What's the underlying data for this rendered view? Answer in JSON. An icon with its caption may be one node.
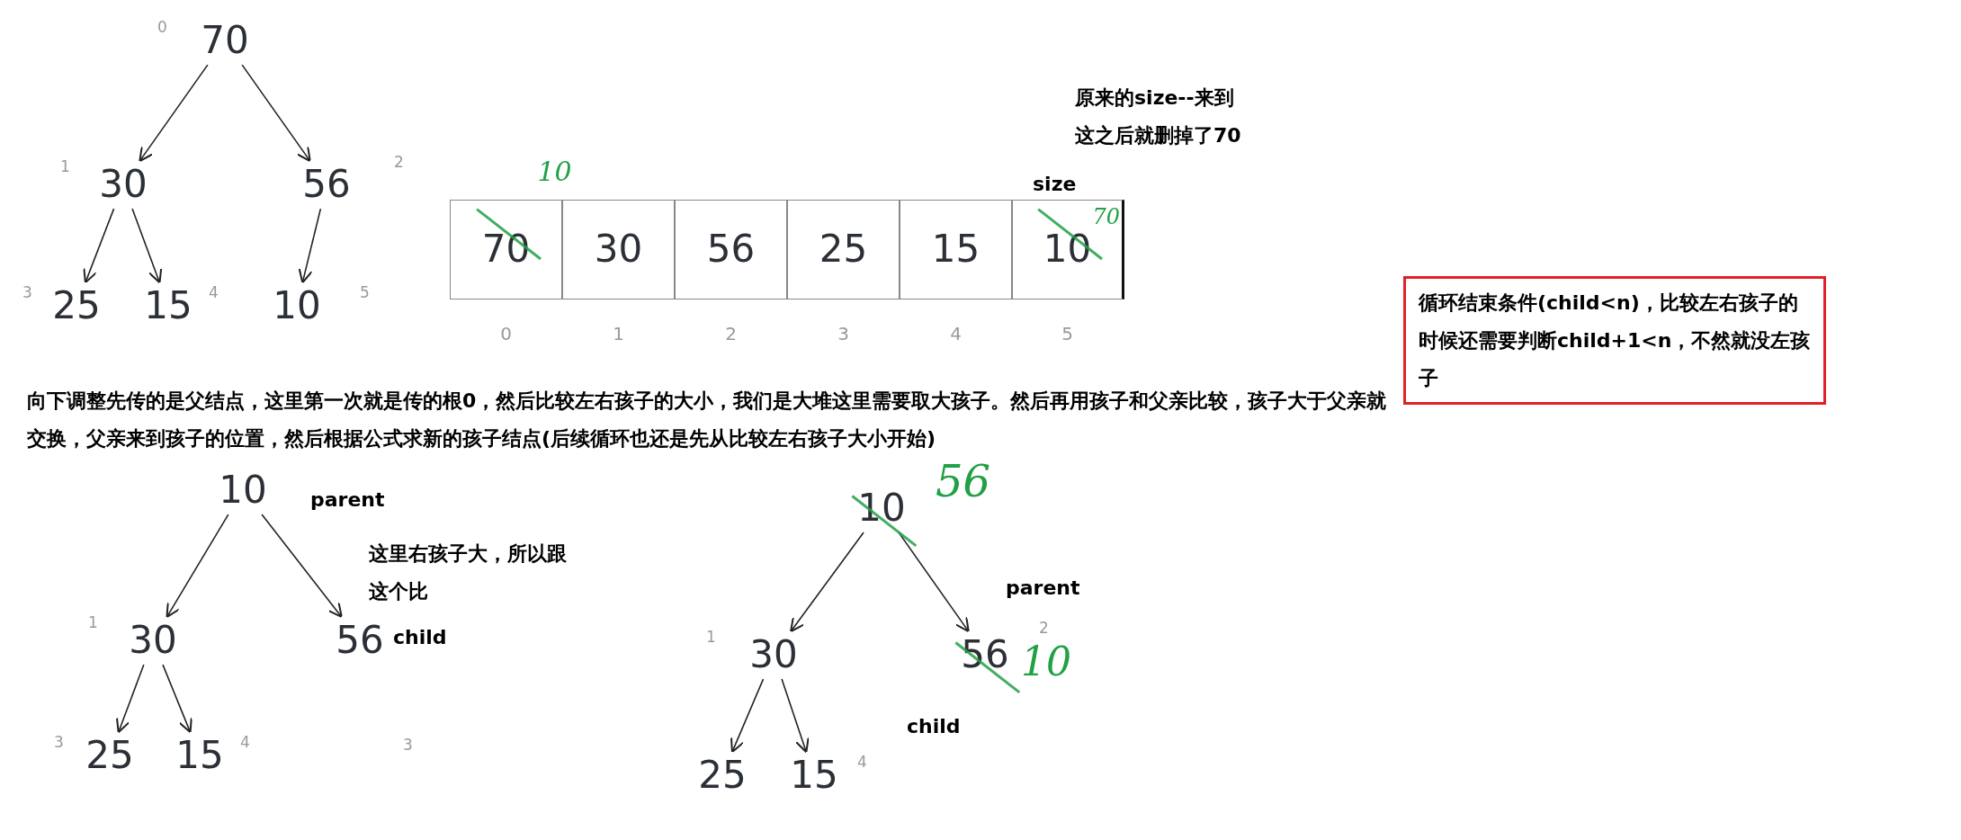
{
  "diagram": {
    "nodes": [
      {
        "text": [
          "70"
        ],
        "beside": [
          "0"
        ]
      },
      {
        "text": [
          "30"
        ],
        "beside": [
          "1"
        ]
      },
      {
        "text": [
          "56"
        ],
        "beside": [
          "2"
        ]
      },
      {
        "text": [
          "25"
        ],
        "beside": [
          "3"
        ]
      },
      {
        "text": [
          "15"
        ],
        "beside": [
          "4"
        ]
      },
      {
        "text": [
          "10"
        ],
        "beside": [
          "5"
        ]
      },
      {
        "text": [
          "70",
          "10"
        ],
        "beside": [
          "0"
        ]
      },
      {
        "text": [
          "30"
        ],
        "beside": [
          "1"
        ]
      },
      {
        "text": [
          "56"
        ],
        "beside": [
          "2"
        ]
      },
      {
        "text": [
          "25"
        ],
        "beside": [
          "3"
        ]
      },
      {
        "text": [
          "15"
        ],
        "beside": [
          "4"
        ]
      },
      {
        "text": [
          "10",
          "70"
        ],
        "beside": [
          "5"
        ]
      },
      {
        "text": [
          "10"
        ]
      },
      {
        "text": [
          "30"
        ],
        "beside": [
          "1"
        ]
      },
      {
        "text": [
          "56"
        ]
      },
      {
        "text": [
          "25"
        ],
        "beside": [
          "3"
        ]
      },
      {
        "text": [
          "15"
        ],
        "beside": [
          "4"
        ]
      },
      {
        "text": [
          "10",
          "56"
        ]
      },
      {
        "text": [
          "30"
        ],
        "beside": [
          "1"
        ]
      },
      {
        "text": [
          "56",
          "10"
        ],
        "beside": [
          "2"
        ]
      },
      {
        "text": [
          "25"
        ]
      },
      {
        "text": [
          "15"
        ],
        "beside": [
          "4"
        ]
      },
      {
        "text": [
          "循环结束条件(child<n)，比较左右孩子的时候还需要判断child+1<n，不然就没左孩子"
        ]
      }
    ],
    "edges": [
      {
        "from": 0,
        "to": 1,
        "arrow": "to"
      },
      {
        "from": 0,
        "to": 2,
        "arrow": "to"
      },
      {
        "from": 1,
        "to": 3,
        "arrow": "to"
      },
      {
        "from": 1,
        "to": 4,
        "arrow": "to"
      },
      {
        "from": 2,
        "to": 5,
        "arrow": "to"
      },
      {
        "from": 12,
        "to": 13,
        "arrow": "to"
      },
      {
        "from": 12,
        "to": 14,
        "arrow": "to"
      },
      {
        "from": 13,
        "to": 15,
        "arrow": "to"
      },
      {
        "from": 13,
        "to": 16,
        "arrow": "to"
      },
      {
        "from": 17,
        "to": 18,
        "arrow": "to"
      },
      {
        "from": 17,
        "to": 19,
        "arrow": "to"
      },
      {
        "from": 18,
        "to": 20,
        "arrow": "to"
      },
      {
        "from": 18,
        "to": 21,
        "arrow": "to"
      }
    ],
    "labels": [
      "原来的size--来到这之后就删掉了70",
      "size",
      "向下调整先传的是父结点，这里第一次就是传的根0，然后比较左右孩子的大小，我们是大堆这里需要取大孩子。然后再用孩子和父亲比较，孩子大于父亲就交换，父亲来到孩子的位置，然后根据公式求新的孩子结点(后续循环也还是先从比较左右孩子大小开始)",
      "parent",
      "这里右孩子大，所以跟这个比",
      "child",
      "parent",
      "child",
      "3"
    ]
  }
}
